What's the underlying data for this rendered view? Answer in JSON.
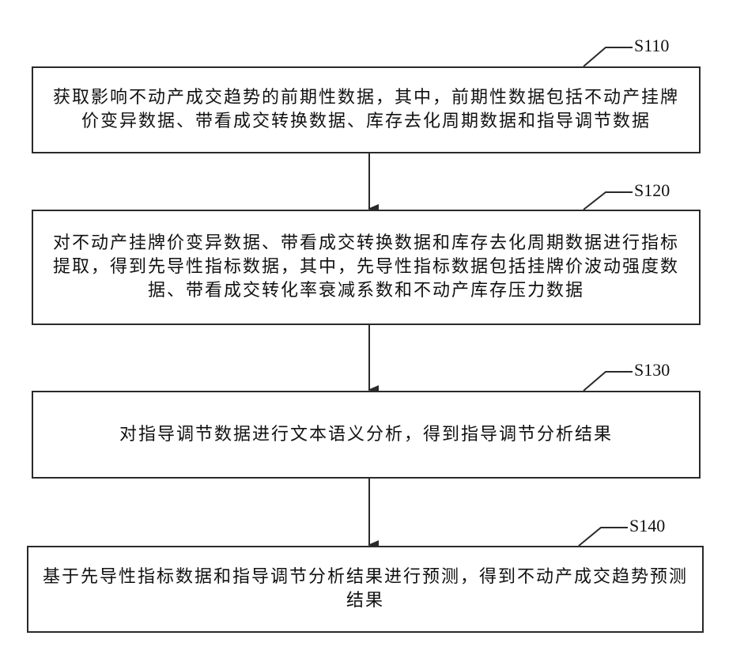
{
  "steps": [
    {
      "id": "S110",
      "text": "获取影响不动产成交趋势的前期性数据，其中，前期性数据包括不动产挂牌价变异数据、带看成交转换数据、库存去化周期数据和指导调节数据"
    },
    {
      "id": "S120",
      "text": "对不动产挂牌价变异数据、带看成交转换数据和库存去化周期数据进行指标提取，得到先导性指标数据，其中，先导性指标数据包括挂牌价波动强度数据、带看成交转化率衰减系数和不动产库存压力数据"
    },
    {
      "id": "S130",
      "text": "对指导调节数据进行文本语义分析，得到指导调节分析结果"
    },
    {
      "id": "S140",
      "text": "基于先导性指标数据和指导调节分析结果进行预测，得到不动产成交趋势预测结果"
    }
  ],
  "colors": {
    "stroke": "#2a2a2a",
    "text": "#111111",
    "background": "#ffffff"
  }
}
